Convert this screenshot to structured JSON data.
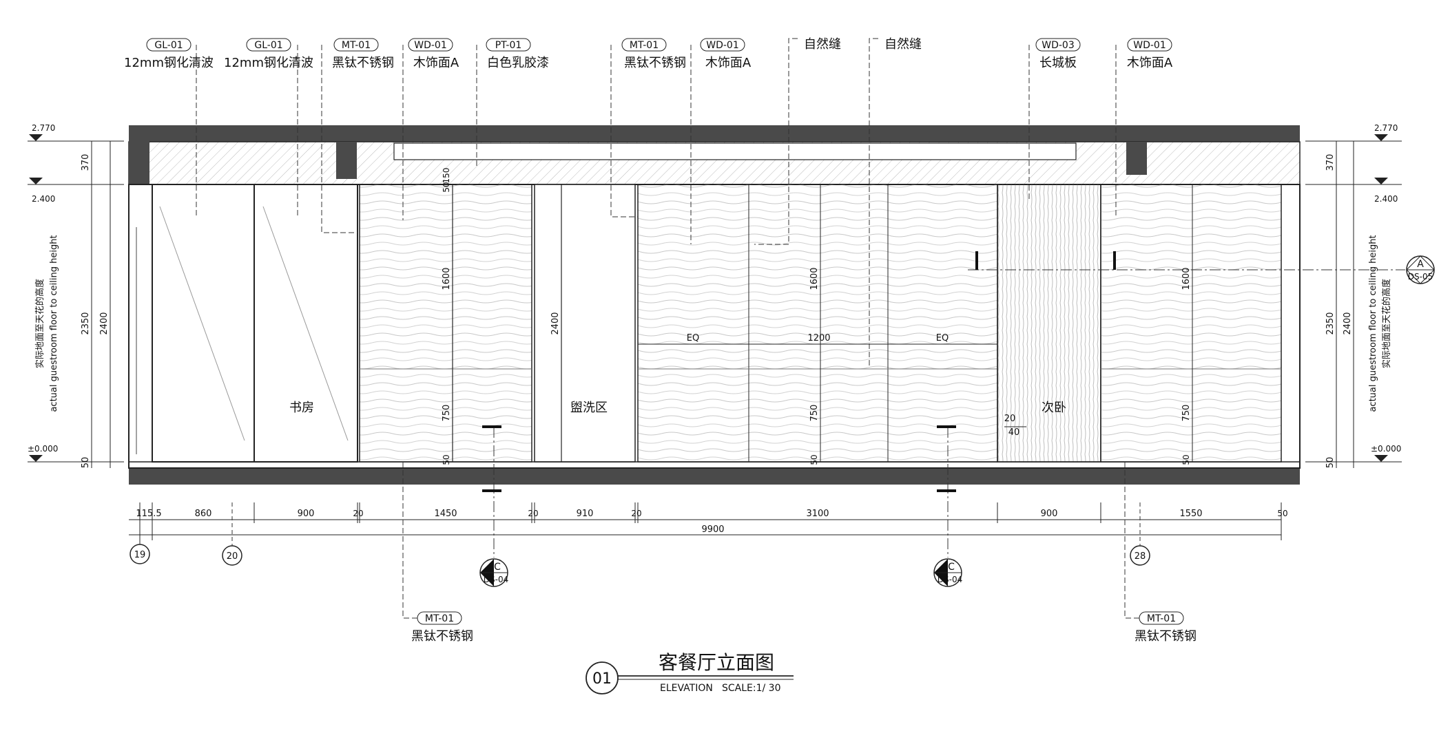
{
  "tags": [
    {
      "code": "GL-01",
      "desc": "12mm钢化清波"
    },
    {
      "code": "GL-01",
      "desc": "12mm钢化清波"
    },
    {
      "code": "MT-01",
      "desc": "黑钛不锈钢"
    },
    {
      "code": "WD-01",
      "desc": "木饰面A"
    },
    {
      "code": "PT-01",
      "desc": "白色乳胶漆"
    },
    {
      "code": "MT-01",
      "desc": "黑钛不锈钢"
    },
    {
      "code": "WD-01",
      "desc": "木饰面A"
    },
    {
      "code": "WD-03",
      "desc": "长城板"
    },
    {
      "code": "WD-01",
      "desc": "木饰面A"
    }
  ],
  "seams": [
    "自然缝",
    "自然缝"
  ],
  "bottom_tags": [
    {
      "code": "MT-01",
      "desc": "黑钛不锈钢"
    },
    {
      "code": "MT-01",
      "desc": "黑钛不锈钢"
    }
  ],
  "levels": {
    "top": "2.770",
    "ceiling": "2.400",
    "floor": "±0.000"
  },
  "side_dims": [
    "370",
    "2350",
    "2400",
    "50"
  ],
  "side_caption_cn": "实际地面至天花的高度",
  "side_caption_en": "actual guestroom floor to ceiling height",
  "rooms": [
    "书房",
    "盥洗区",
    "次卧"
  ],
  "inner_dims": {
    "panel_height": "1600",
    "lower_height": "750",
    "door_height": "2400",
    "top_gap": "50",
    "reveal": "150",
    "base": "50",
    "eq_left": "EQ",
    "mid_width": "1200",
    "eq_right": "EQ",
    "joint_a": "20",
    "joint_b": "40"
  },
  "bottom_dims": [
    "115.5",
    "860",
    "900",
    "20",
    "1450",
    "20",
    "910",
    "20",
    "3100",
    "900",
    "1550",
    "50"
  ],
  "total_dim": "9900",
  "grids": [
    "19",
    "20",
    "28"
  ],
  "sections": [
    {
      "letter": "C",
      "ref": "DS-04"
    },
    {
      "letter": "C",
      "ref": "DS-04"
    },
    {
      "letter": "A",
      "ref": "DS-05"
    }
  ],
  "title": {
    "number": "01",
    "cn": "客餐厅立面图",
    "en": "ELEVATION",
    "scale": "SCALE:1/ 30"
  }
}
